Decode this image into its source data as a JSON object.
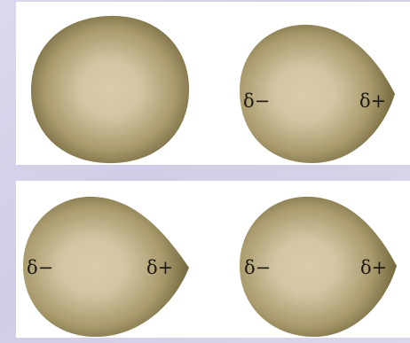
{
  "colors": {
    "background": "#d8d3ea",
    "panel": "#ffffff",
    "blob_center": "#d8ccad",
    "blob_edge": "#6c6138",
    "label": "#1e1a12"
  },
  "figure": {
    "atoms": [
      {
        "id": "nonpolar",
        "shape": "sphere",
        "labels": []
      },
      {
        "id": "polarized-1",
        "shape": "egg",
        "labels": [
          "δ−",
          "δ+"
        ]
      },
      {
        "id": "polarized-2",
        "shape": "egg",
        "labels": [
          "δ−",
          "δ+"
        ]
      },
      {
        "id": "polarized-3",
        "shape": "egg",
        "labels": [
          "δ−",
          "δ+"
        ]
      }
    ]
  }
}
